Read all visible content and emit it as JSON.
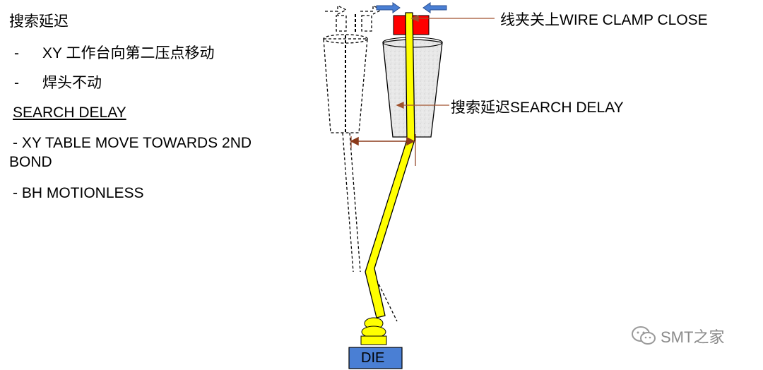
{
  "left_text": {
    "title_cn": "搜索延迟",
    "line1_dash": "-",
    "line1": "XY 工作台向第二压点移动",
    "line2_dash": "-",
    "line2": "焊头不动",
    "title_en": "SEARCH DELAY",
    "en_line1": "- XY TABLE MOVE  TOWARDS 2ND",
    "en_line1b": "BOND",
    "en_line2": "- BH MOTIONLESS"
  },
  "labels": {
    "wire_clamp": "线夹关上WIRE CLAMP CLOSE",
    "search_delay": "搜索延迟SEARCH DELAY",
    "die": "DIE"
  },
  "watermark": {
    "text": "SMT之家",
    "icon": "wechat-icon"
  },
  "colors": {
    "wire": "#ffff00",
    "clamp": "#ff0000",
    "arrow_blue": "#4a7fd4",
    "leader": "#a0522d",
    "die": "#4a7fd4",
    "capillary": "#e6e6e6"
  }
}
